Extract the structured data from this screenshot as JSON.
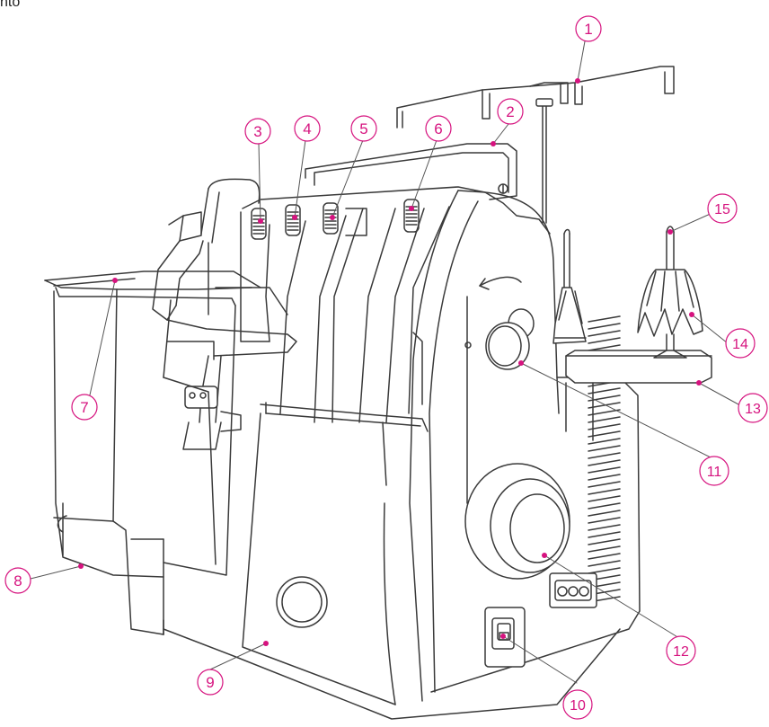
{
  "caption": "nto",
  "colors": {
    "callout": "#d6137f",
    "line": "#3a3a3a",
    "fill": "#ffffff"
  },
  "callouts": [
    {
      "id": "1",
      "label": "1"
    },
    {
      "id": "2",
      "label": "2"
    },
    {
      "id": "3",
      "label": "3"
    },
    {
      "id": "4",
      "label": "4"
    },
    {
      "id": "5",
      "label": "5"
    },
    {
      "id": "6",
      "label": "6"
    },
    {
      "id": "7",
      "label": "7"
    },
    {
      "id": "8",
      "label": "8"
    },
    {
      "id": "9",
      "label": "9"
    },
    {
      "id": "10",
      "label": "10"
    },
    {
      "id": "11",
      "label": "11"
    },
    {
      "id": "12",
      "label": "12"
    },
    {
      "id": "13",
      "label": "13"
    },
    {
      "id": "14",
      "label": "14"
    },
    {
      "id": "15",
      "label": "15"
    }
  ]
}
